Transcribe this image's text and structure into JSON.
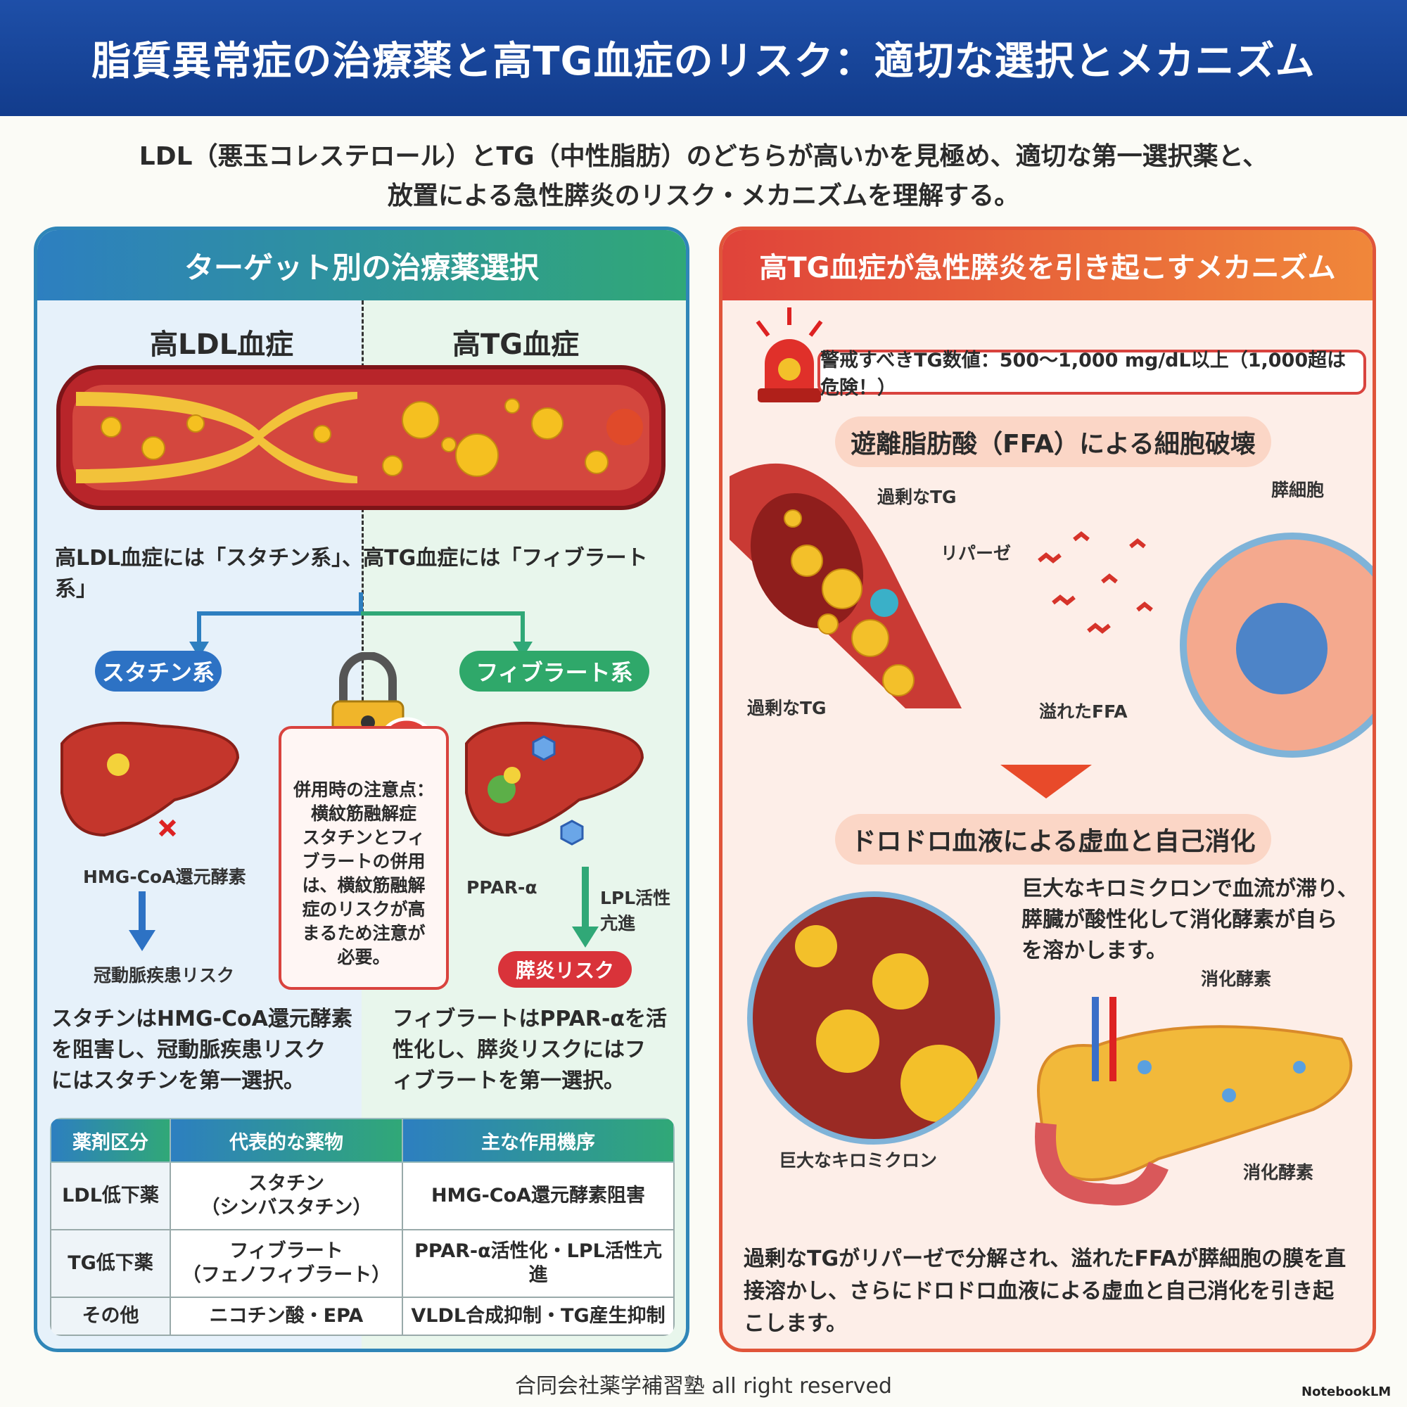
{
  "title": "脂質異常症の治療薬と高TG血症のリスク：適切な選択とメカニズム",
  "subtitle": [
    "LDL（悪玉コレステロール）とTG（中性脂肪）のどちらが高いかを見極め、適切な第一選択薬と、",
    "放置による急性膵炎のリスク・メカニズムを理解する。"
  ],
  "left": {
    "header": "ターゲット別の治療薬選択",
    "col_ldl": "高LDL血症",
    "col_tg": "高TG血症",
    "summary": "高LDL血症には「スタチン系」、高TG血症には「フィブラート系」",
    "statin_pill": "スタチン系",
    "fibrate_pill": "フィブラート系",
    "hmg_label": "HMG-CoA還元酵素",
    "coronary_label": "冠動脈疾患リスク",
    "ppar_label": "PPAR-α",
    "lpl_label": "LPL活性亢進",
    "pancreatitis_pill": "膵炎リスク",
    "warning_title": "併用時の注意点：横紋筋融解症",
    "warning_lines": [
      "併用時の注意点：",
      "横紋筋融解症",
      "スタチンとフィ",
      "ブラートの併用",
      "は、横紋筋融解",
      "症のリスクが高",
      "まるため注意が",
      "必要。"
    ],
    "statin_desc": [
      "スタチンはHMG-CoA還元酵素",
      "を阻害し、冠動脈疾患リスク",
      "にはスタチンを第一選択。"
    ],
    "fibrate_desc": [
      "フィブラートはPPAR-αを活",
      "性化し、膵炎リスクにはフ",
      "ィブラートを第一選択。"
    ],
    "table": {
      "headers": [
        "薬剤区分",
        "代表的な薬物",
        "主な作用機序"
      ],
      "rows": [
        {
          "cat": "LDL低下薬",
          "drug1": "スタチン",
          "drug2": "（シンバスタチン）",
          "mech": "HMG-CoA還元酵素阻害"
        },
        {
          "cat": "TG低下薬",
          "drug1": "フィブラート",
          "drug2": "（フェノフィブラート）",
          "mech": "PPAR-α活性化・LPL活性亢進"
        },
        {
          "cat": "その他",
          "drug1": "ニコチン酸・EPA",
          "drug2": "",
          "mech": "VLDL合成抑制・TG産生抑制"
        }
      ]
    }
  },
  "right": {
    "header": "高TG血症が急性膵炎を引き起こすメカニズム",
    "alert": "警戒すべきTG数値：500〜1,000 mg/dL以上（1,000超は危険！）",
    "section1": "遊離脂肪酸（FFA）による細胞破壊",
    "excess_tg_top": "過剰なTG",
    "lipase": "リパーゼ",
    "excess_tg_bottom": "過剰なTG",
    "overflow_ffa": "溢れたFFA",
    "pancreas_cell": "膵細胞",
    "section2": "ドロドロ血液による虚血と自己消化",
    "section2_desc": [
      "巨大なキロミクロンで血流が滞り、",
      "膵臓が酸性化して消化酵素が自ら",
      "を溶かします。"
    ],
    "digestive_enzyme_top": "消化酵素",
    "digestive_enzyme_bottom": "消化酵素",
    "chylomicron": "巨大なキロミクロン",
    "summary": [
      "過剰なTGがリパーゼで分解され、溢れたFFAが膵細胞の膜を直",
      "接溶かし、さらにドロドロ血液による虚血と自己消化を引き起",
      "こします。"
    ]
  },
  "footer": "合同会社薬学補習塾 all right reserved",
  "watermark": "NotebookLM"
}
